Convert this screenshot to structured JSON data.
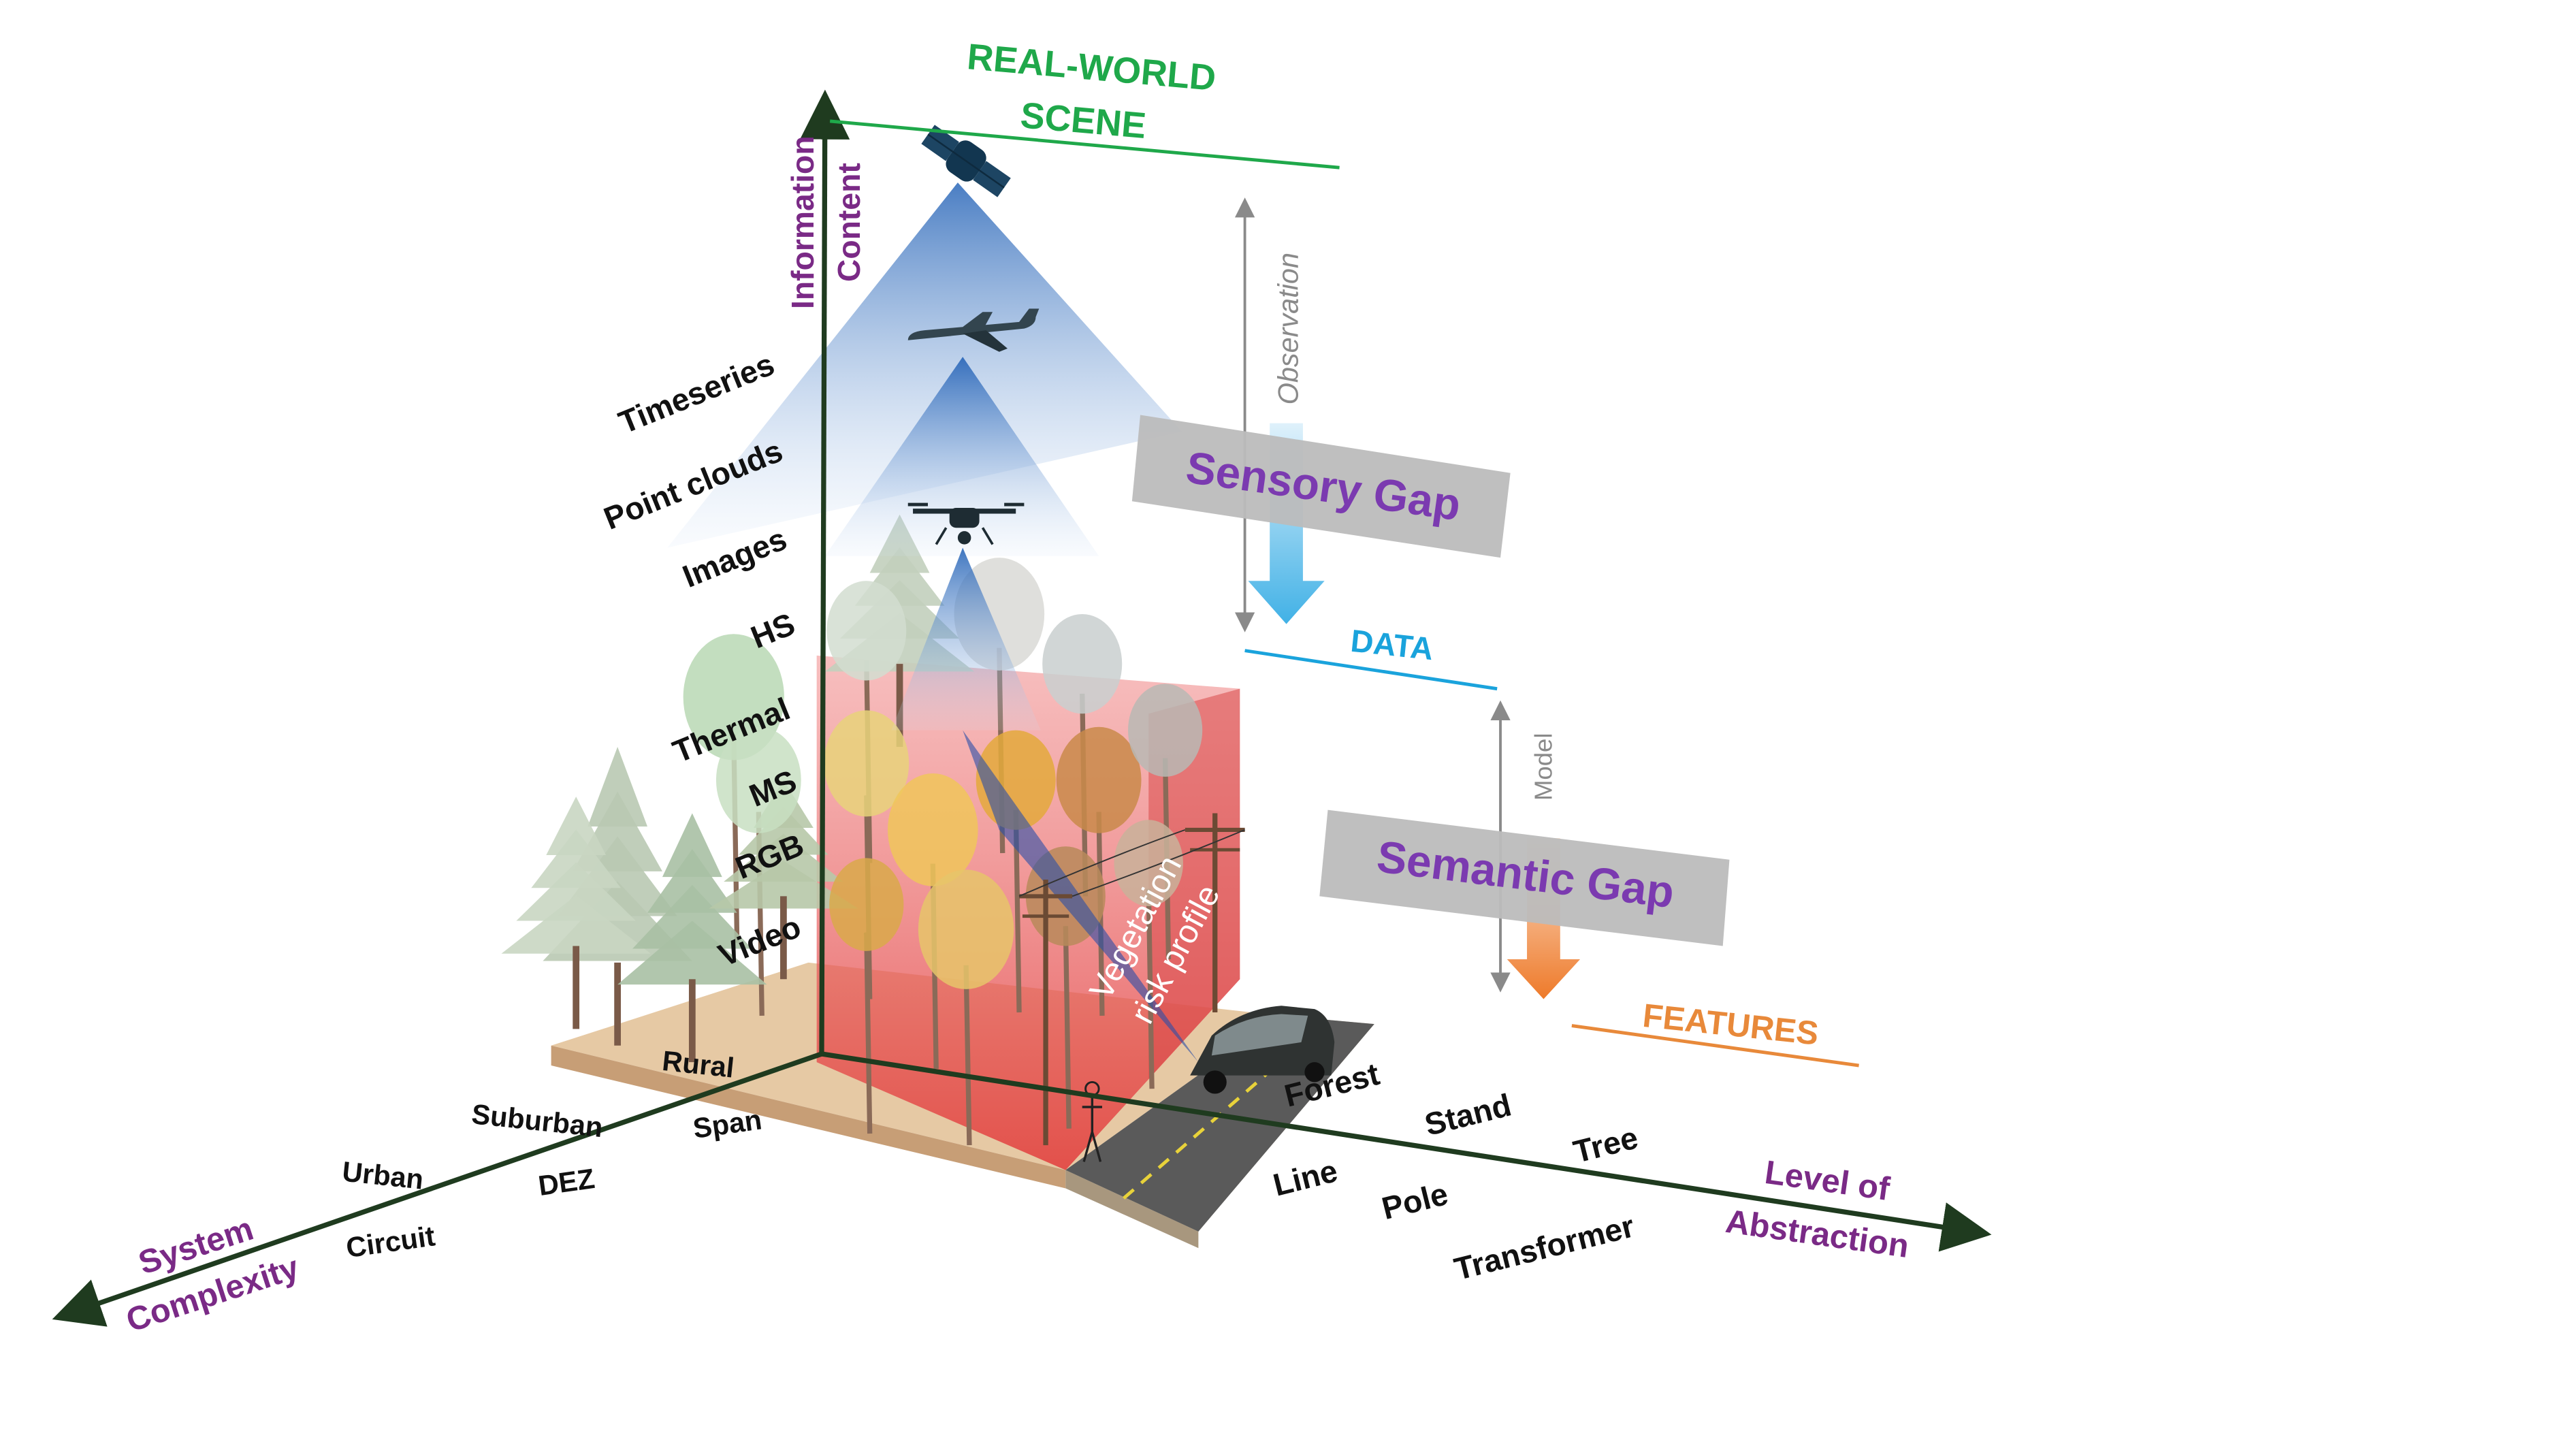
{
  "header": {
    "real_world_line1": "REAL-WORLD",
    "real_world_line2": "SCENE",
    "data_label": "DATA",
    "features_label": "FEATURES"
  },
  "axes": {
    "information_line1": "Information",
    "information_line2": "Content",
    "level_line1": "Level of",
    "level_line2": "Abstraction",
    "system_line1": "System",
    "system_line2": "Complexity"
  },
  "data_types": [
    "Timeseries",
    "Point clouds",
    "Images",
    "HS",
    "Thermal",
    "MS",
    "RGB",
    "Video"
  ],
  "abstraction_upper": [
    "Forest",
    "Stand",
    "Tree"
  ],
  "abstraction_lower": [
    "Line",
    "Pole",
    "Transformer"
  ],
  "complexity_upper": [
    "Rural",
    "Suburban",
    "Urban"
  ],
  "complexity_lower": [
    "Span",
    "DEZ",
    "Circuit"
  ],
  "gaps": {
    "observation": "Observation",
    "sensory": "Sensory Gap",
    "model": "Model",
    "semantic": "Semantic Gap"
  },
  "scene": {
    "risk_line1": "Vegetation",
    "risk_line2": "risk profile"
  },
  "colors": {
    "axis": "#1f3b1f",
    "purple": "#7a2a86",
    "green": "#1fa84a",
    "data_blue": "#1aa3dc",
    "features_orange": "#e8893a",
    "gap_box": "#bcbcbc",
    "gap_text": "#7b3ab0"
  }
}
